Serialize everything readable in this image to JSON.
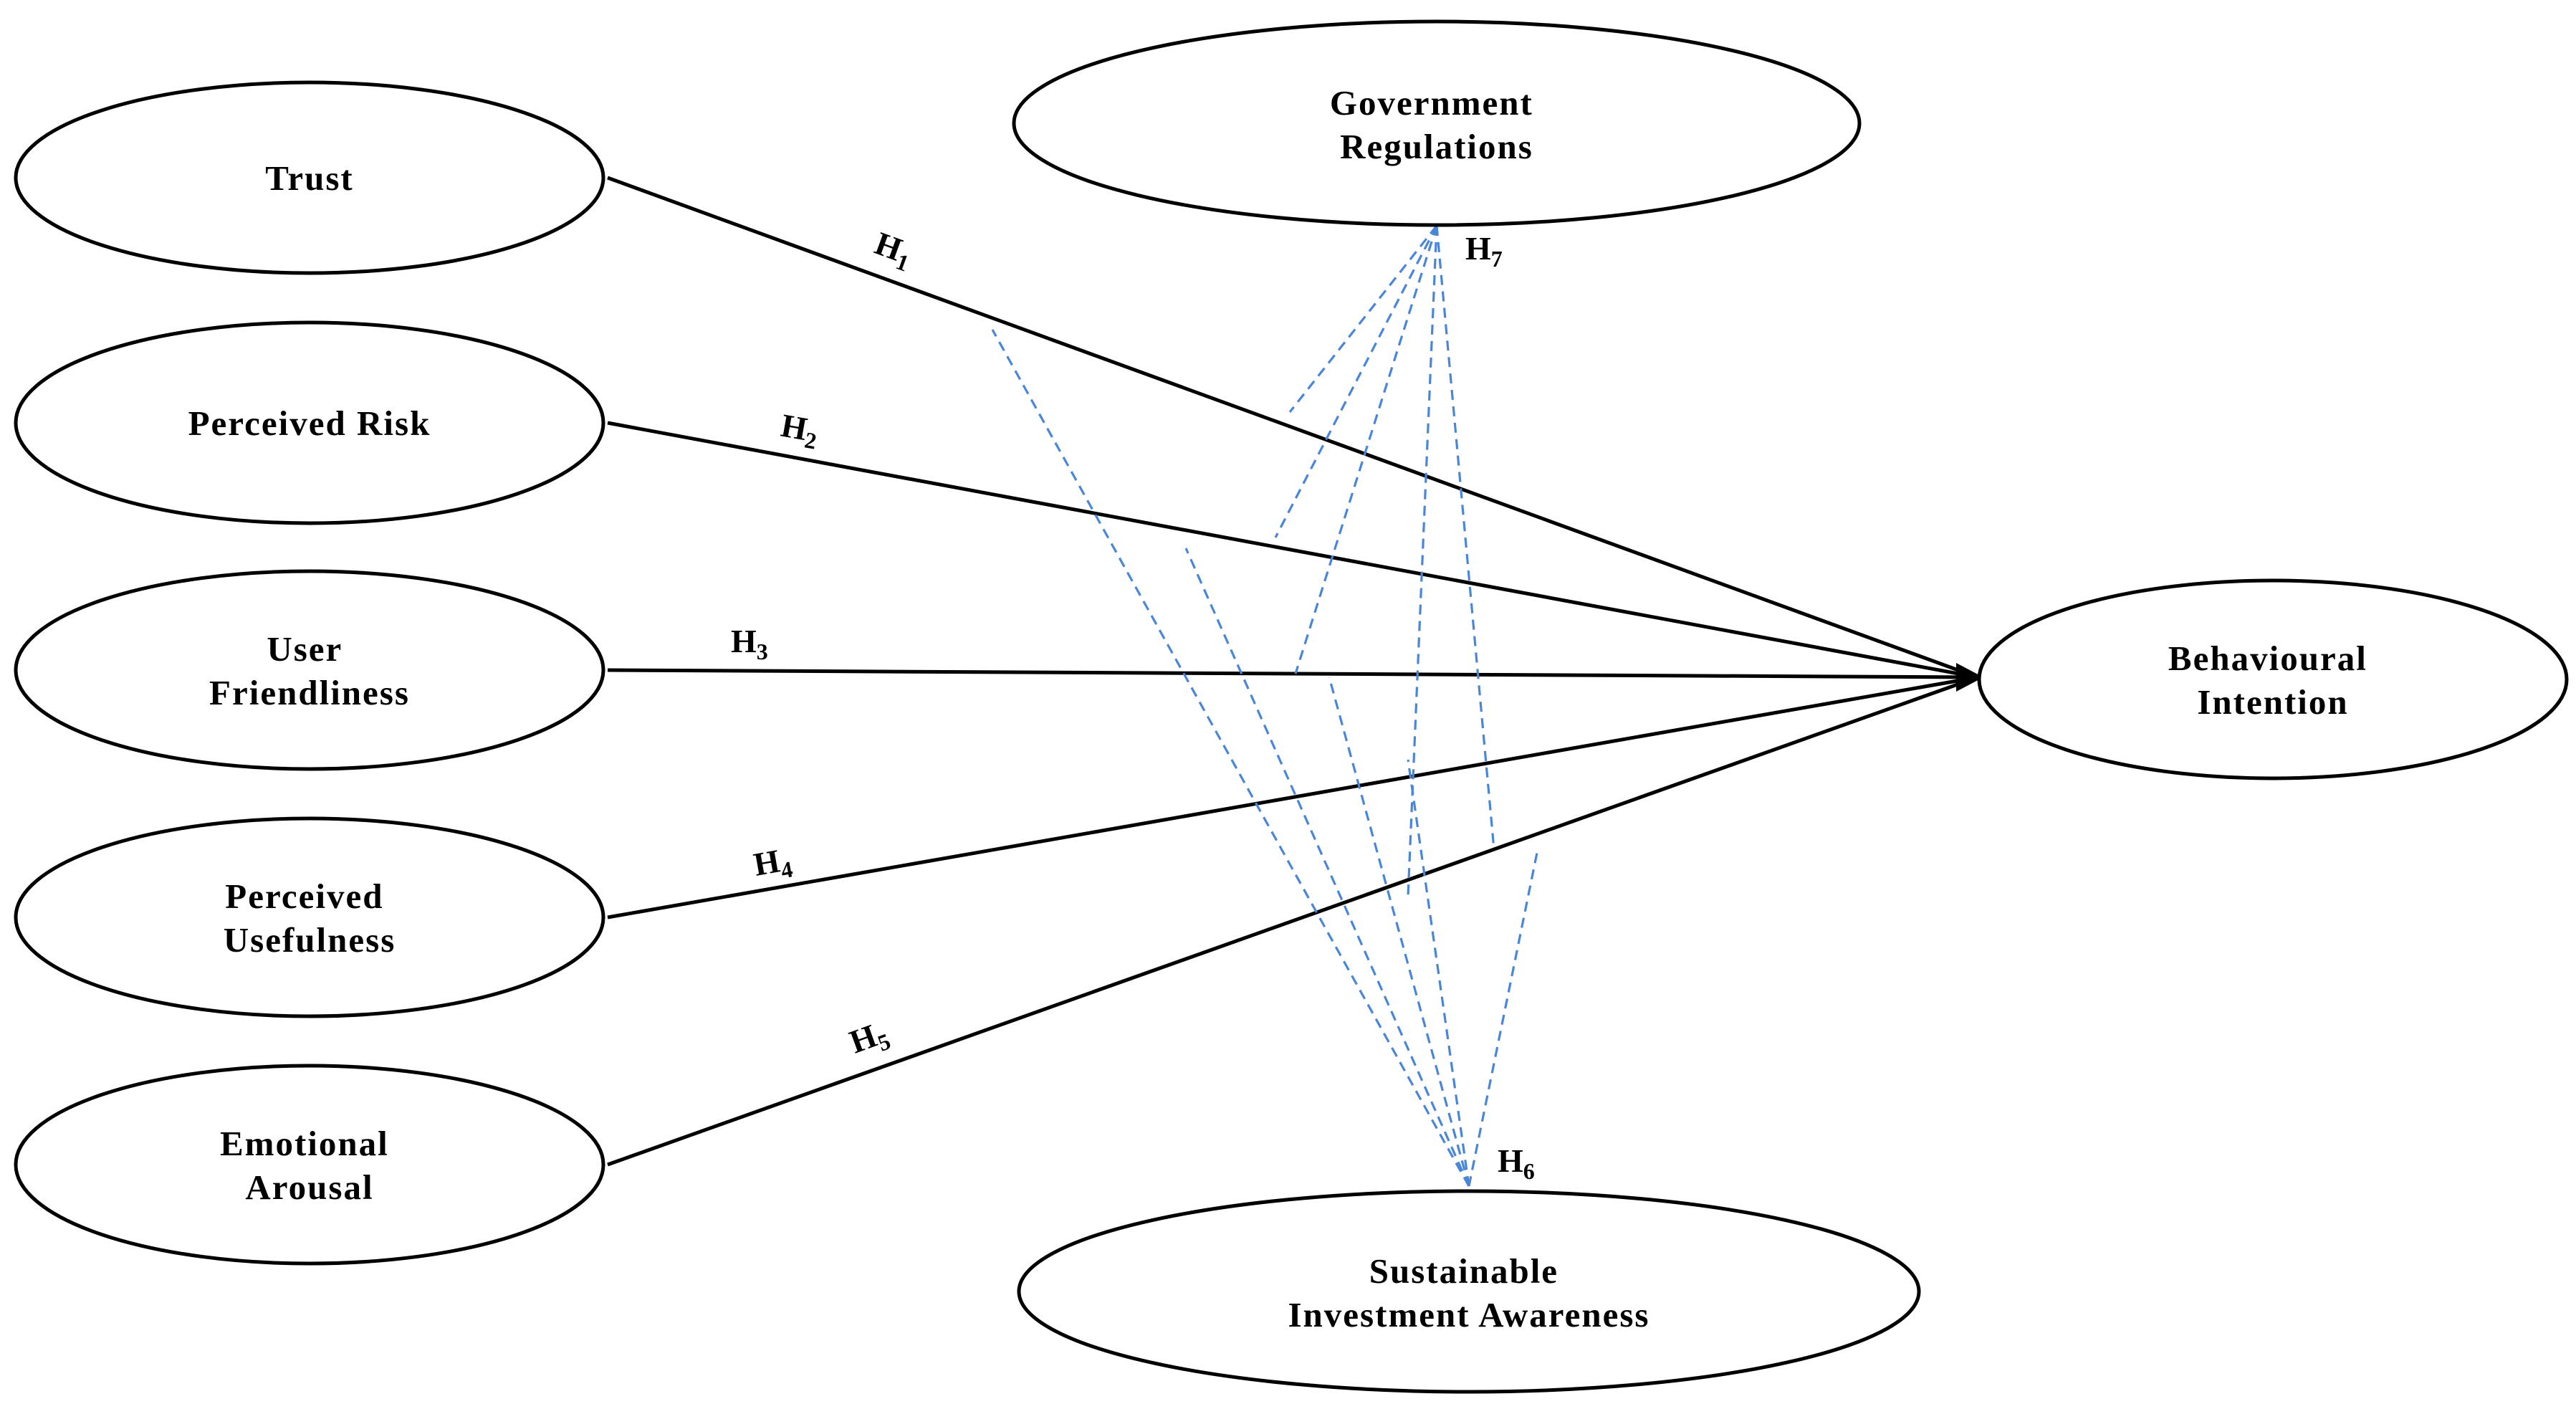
{
  "nodes": {
    "trust": {
      "lines": [
        "Trust"
      ]
    },
    "perceived_risk": {
      "lines": [
        "Perceived Risk"
      ]
    },
    "user_friendliness": {
      "lines": [
        "User",
        "Friendliness"
      ]
    },
    "perceived_usefulness": {
      "lines": [
        "Perceived",
        "Usefulness"
      ]
    },
    "emotional_arousal": {
      "lines": [
        "Emotional",
        "Arousal"
      ]
    },
    "government_regulations": {
      "lines": [
        "Government",
        "Regulations"
      ]
    },
    "behavioural_intention": {
      "lines": [
        "Behavioural",
        "Intention"
      ]
    },
    "sustainable_investment_awareness": {
      "lines": [
        "Sustainable",
        "Investment Awareness"
      ]
    }
  },
  "hypotheses": {
    "h1": {
      "letter": "H",
      "sub": "1"
    },
    "h2": {
      "letter": "H",
      "sub": "2"
    },
    "h3": {
      "letter": "H",
      "sub": "3"
    },
    "h4": {
      "letter": "H",
      "sub": "4"
    },
    "h5": {
      "letter": "H",
      "sub": "5"
    },
    "h6": {
      "letter": "H",
      "sub": "6"
    },
    "h7": {
      "letter": "H",
      "sub": "7"
    }
  },
  "colors": {
    "solid_path": "#000000",
    "moderation_dashed": "#4a86d8"
  }
}
